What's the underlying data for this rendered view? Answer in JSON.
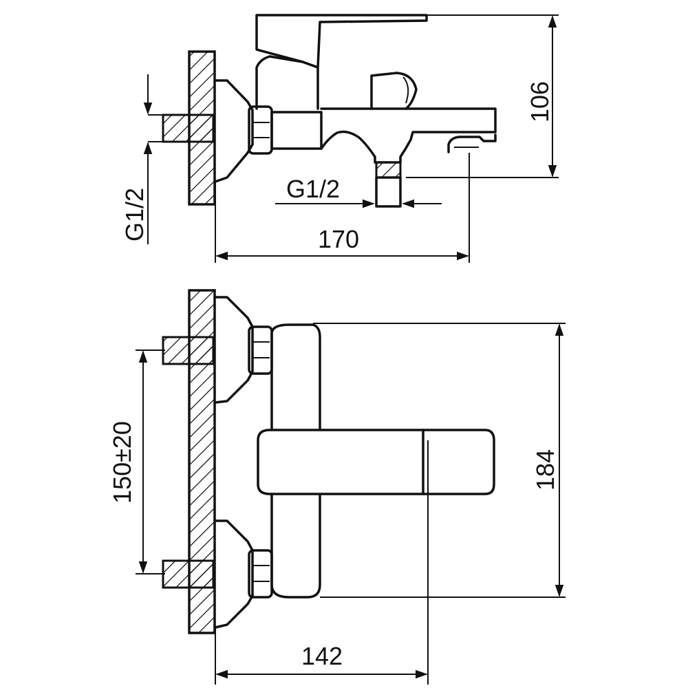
{
  "dimensions": {
    "top_height": "106",
    "top_length": "170",
    "thread_vertical": "G1/2",
    "thread_horizontal": "G1/2",
    "bottom_spacing": "150±20",
    "bottom_height": "184",
    "bottom_length": "142"
  },
  "colors": {
    "line": "#111111",
    "background": "#ffffff"
  }
}
